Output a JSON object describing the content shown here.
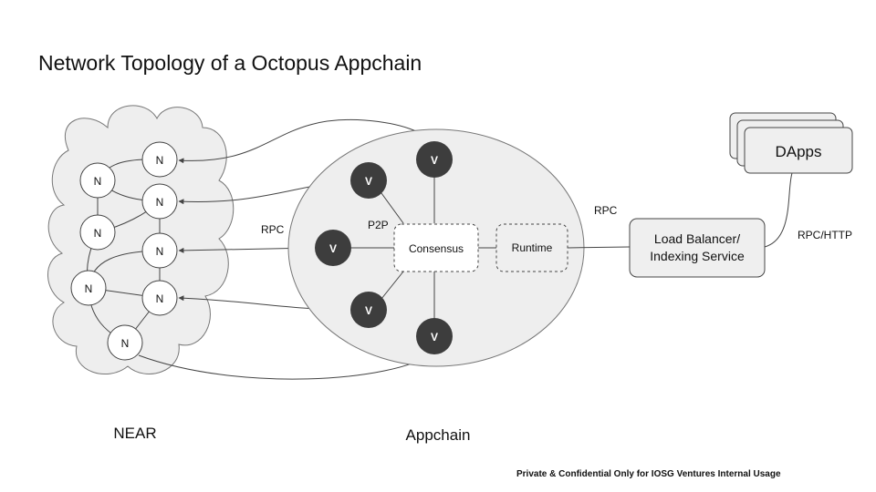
{
  "title": "Network Topology of a Octopus Appchain",
  "footer": "Private & Confidential  Only for IOSG Ventures Internal Usage",
  "near": {
    "label": "NEAR",
    "node_label": "N"
  },
  "appchain": {
    "label": "Appchain",
    "validator_label": "V",
    "consensus_label": "Consensus",
    "runtime_label": "Runtime",
    "p2p_label": "P2P",
    "rpc_label": "RPC"
  },
  "load_balancer": {
    "line1": "Load Balancer/",
    "line2": "Indexing Service",
    "rpc_label": "RPC"
  },
  "dapps": {
    "label": "DApps",
    "rpc_http_label": "RPC/HTTP"
  },
  "colors": {
    "cloud_fill": "#eeeeee",
    "validator_fill": "#3d3d3d",
    "line": "#444444",
    "box_fill": "#efefef"
  }
}
